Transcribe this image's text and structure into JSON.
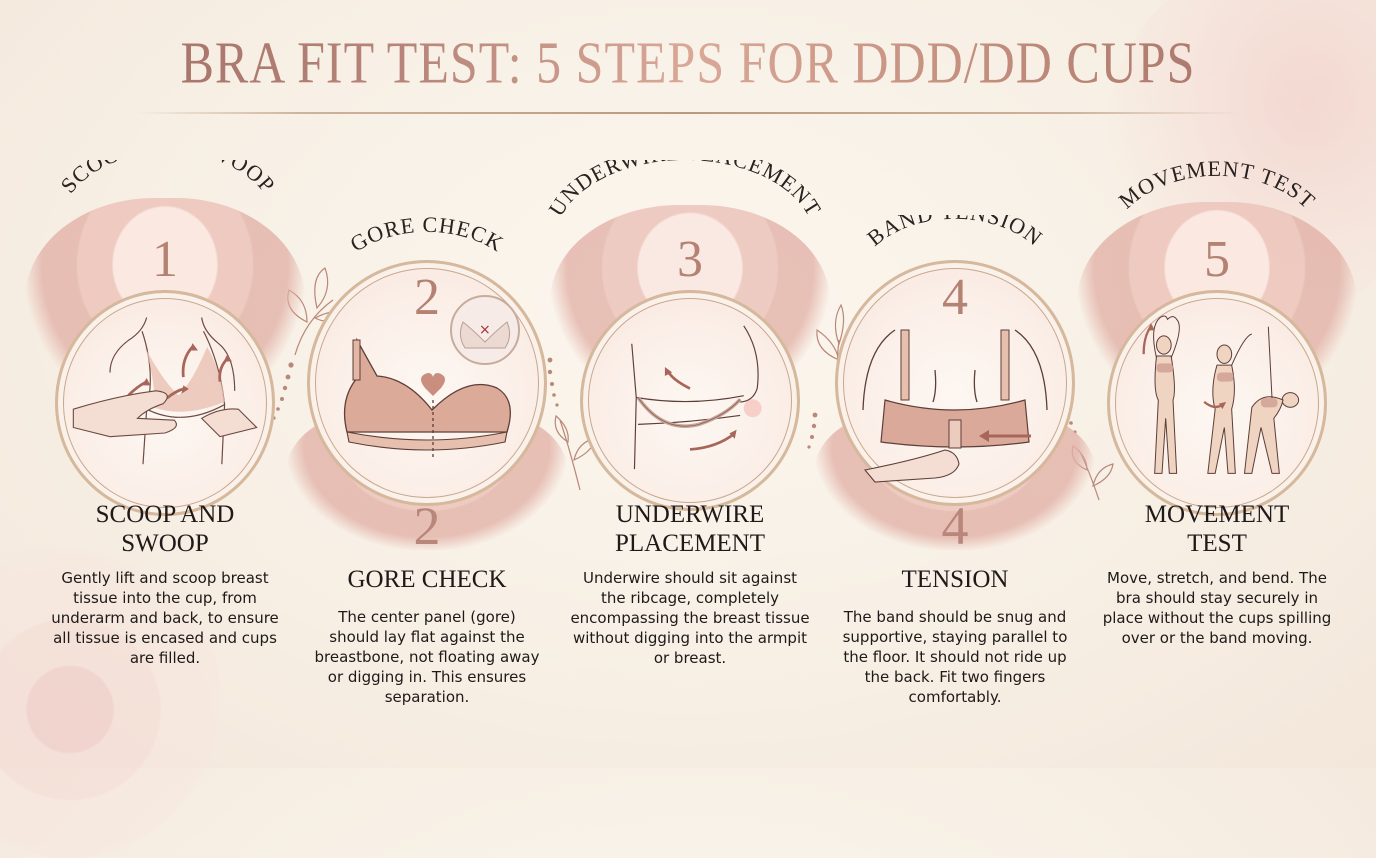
{
  "title": "BRA FIT TEST: 5 STEPS FOR DDD/DD CUPS",
  "colors": {
    "background": "#f8f0e6",
    "title_gradient_start": "#9d6a62",
    "title_gradient_mid": "#d9a897",
    "number_color": "#b48273",
    "ring_gold": "#d6b89c",
    "rose_pink": "#e6b8ab",
    "text_dark": "#1f1a19",
    "x_mark_red": "#a8323a"
  },
  "steps": [
    {
      "number": "1",
      "arc_label": "SCOOP AND SWOOP",
      "heading": "SCOOP AND SWOOP",
      "heading_lines": [
        "SCOOP AND",
        "SWOOP"
      ],
      "description": "Gently lift and scoop breast tissue into the cup, from underarm and back, to ensure all tissue is encased and cups are filled.",
      "illustration": "hands-scooping-breast-into-bra",
      "lower_number": ""
    },
    {
      "number": "2",
      "arc_label": "GORE CHECK",
      "heading": "GORE CHECK",
      "heading_lines": [
        "GORE CHECK"
      ],
      "description": "The center panel (gore) should lay flat against the breastbone, not floating away or digging in. This ensures separation.",
      "illustration": "bra-front-with-heart-gore-and-inset-x",
      "lower_number": "2"
    },
    {
      "number": "3",
      "arc_label": "UNDERWIRE PLACEMENT",
      "heading": "UNDERWIRE PLACEMENT",
      "heading_lines": [
        "UNDERWIRE",
        "PLACEMENT"
      ],
      "description": "Underwire should sit against the ribcage, completely encompassing the breast tissue without digging into the armpit or breast.",
      "illustration": "underwire-side-view-with-arrows",
      "lower_number": ""
    },
    {
      "number": "4",
      "arc_label": "BAND TENSION",
      "heading": "TENSION",
      "heading_lines": [
        "TENSION"
      ],
      "description": "The band should be snug and supportive, staying parallel to the floor. It should not ride up the back. Fit two fingers comfortably.",
      "illustration": "back-view-band-two-fingers",
      "lower_number": "4"
    },
    {
      "number": "5",
      "arc_label": "MOVEMENT TEST",
      "heading": "MOVEMENT TEST",
      "heading_lines": [
        "MOVEMENT",
        "TEST"
      ],
      "description": "Move, stretch, and bend. The bra should stay securely in place without the cups spilling over or the band moving.",
      "illustration": "three-figures-stretching",
      "lower_number": ""
    }
  ]
}
